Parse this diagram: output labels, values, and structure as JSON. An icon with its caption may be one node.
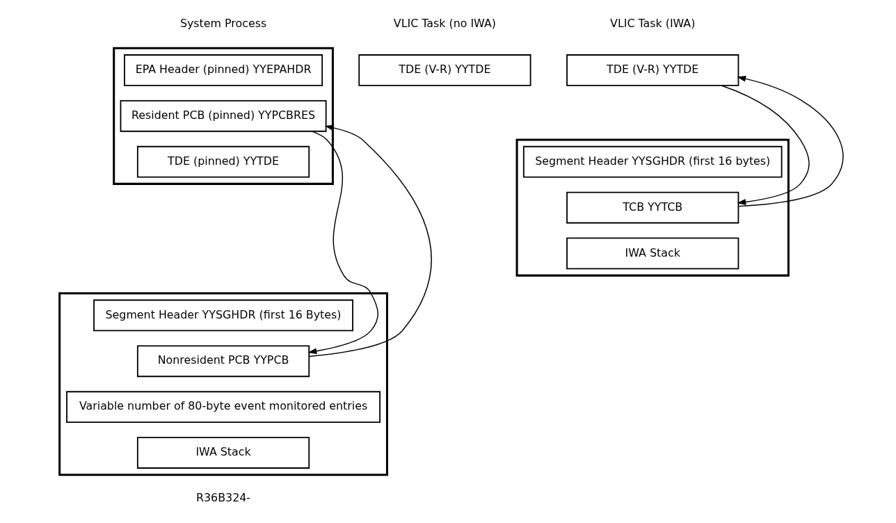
{
  "diagram": {
    "nodes": [
      {
        "text": [],
        "shape": "box"
      },
      {
        "text": [
          "EPA Header (pinned) YYEPAHDR"
        ],
        "in": 0
      },
      {
        "text": [
          "Resident PCB (pinned) YYPCBRES"
        ],
        "in": 0
      },
      {
        "text": [
          "TDE (pinned) YYTDE"
        ],
        "in": 0
      },
      {
        "text": [],
        "shape": "box"
      },
      {
        "text": [
          "Segment Header YYSGHDR (first 16 Bytes)"
        ],
        "in": 4
      },
      {
        "text": [
          "Nonresident PCB YYPCB"
        ],
        "in": 4
      },
      {
        "text": [
          "Variable number of 80-byte event monitored entries"
        ],
        "in": 4
      },
      {
        "text": [
          "IWA Stack"
        ],
        "in": 4
      },
      {
        "text": [
          "TDE (V-R) YYTDE"
        ]
      },
      {
        "text": [
          "TDE (V-R) YYTDE"
        ]
      },
      {
        "text": [],
        "shape": "box"
      },
      {
        "text": [
          "Segment Header YYSGHDR (first 16 bytes)"
        ],
        "in": 11
      },
      {
        "text": [
          "TCB YYTCB"
        ],
        "in": 11
      },
      {
        "text": [
          "IWA Stack"
        ],
        "in": 11
      }
    ],
    "edges": [
      {
        "from": 2,
        "to": 6,
        "arrow": "to"
      },
      {
        "from": 6,
        "to": 2,
        "arrow": "to"
      },
      {
        "from": 10,
        "to": 13,
        "arrow": "to"
      },
      {
        "from": 13,
        "to": 10,
        "arrow": "to"
      }
    ],
    "labels": [
      "System Process",
      "VLIC Task (no IWA)",
      "VLIC Task (IWA)",
      "R36B324-"
    ]
  }
}
